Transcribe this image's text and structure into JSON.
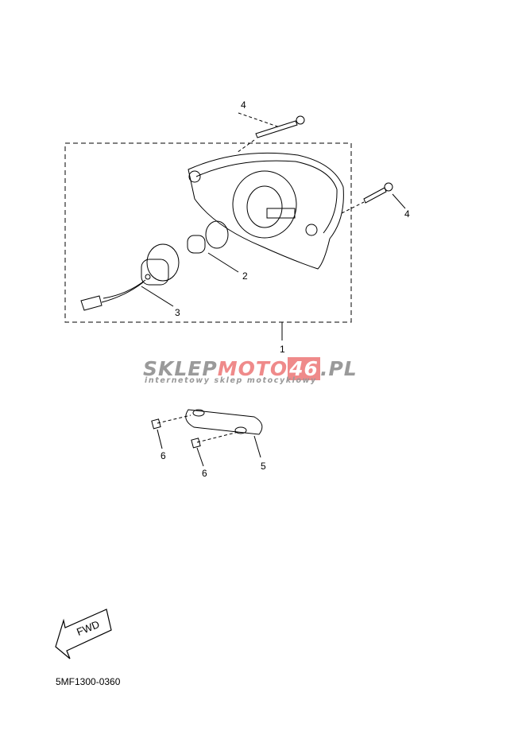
{
  "diagram": {
    "callouts": [
      {
        "id": "4a",
        "text": "4"
      },
      {
        "id": "4b",
        "text": "4"
      },
      {
        "id": "2",
        "text": "2"
      },
      {
        "id": "3",
        "text": "3"
      },
      {
        "id": "1",
        "text": "1"
      },
      {
        "id": "6a",
        "text": "6"
      },
      {
        "id": "6b",
        "text": "6"
      },
      {
        "id": "5",
        "text": "5"
      }
    ],
    "fwd_label": "FWD",
    "diagram_code": "5MF1300-0360"
  },
  "watermark": {
    "part1": "SKLEP",
    "part2": "MOTO",
    "part3": "46",
    "part4": ".PL",
    "subtitle": "internetowy sklep motocyklowy"
  }
}
